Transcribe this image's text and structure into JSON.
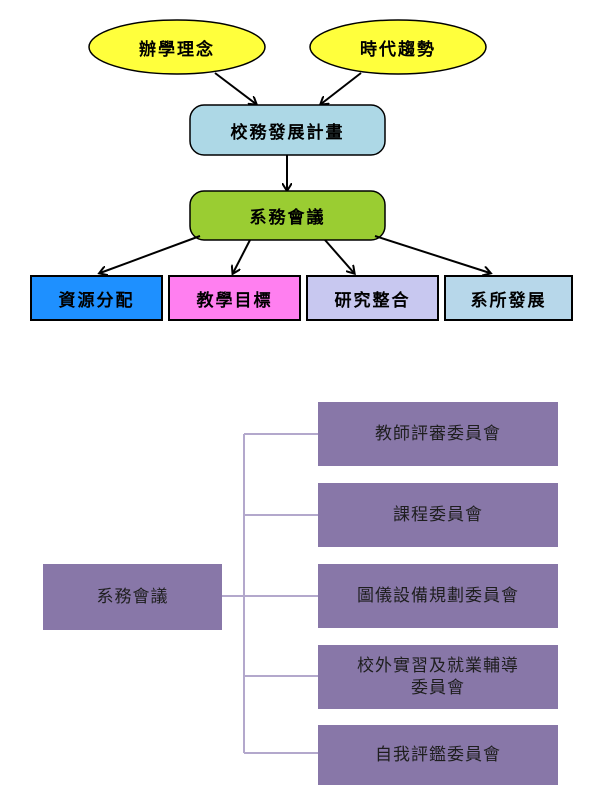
{
  "flow": {
    "inputs": [
      "辦學理念",
      "時代趨勢"
    ],
    "plan": "校務發展計畫",
    "meeting": "系務會議",
    "outputs": [
      "資源分配",
      "教學目標",
      "研究整合",
      "系所發展"
    ]
  },
  "org": {
    "root": "系務會議",
    "committees": [
      "教師評審委員會",
      "課程委員會",
      "圖儀設備規劃委員會",
      "校外實習及就業輔導\n委員會",
      "自我評鑑委員會"
    ]
  },
  "colors": {
    "oval_yellow": "#ffff3c",
    "plan_blue": "#add8e6",
    "meeting_green": "#9acd32",
    "out1": "#1e90ff",
    "out2": "#ff7ff0",
    "out3": "#c8c8f0",
    "out4": "#b7d7ea",
    "org_box": "#8877a8",
    "org_line": "#b3a8cc"
  }
}
